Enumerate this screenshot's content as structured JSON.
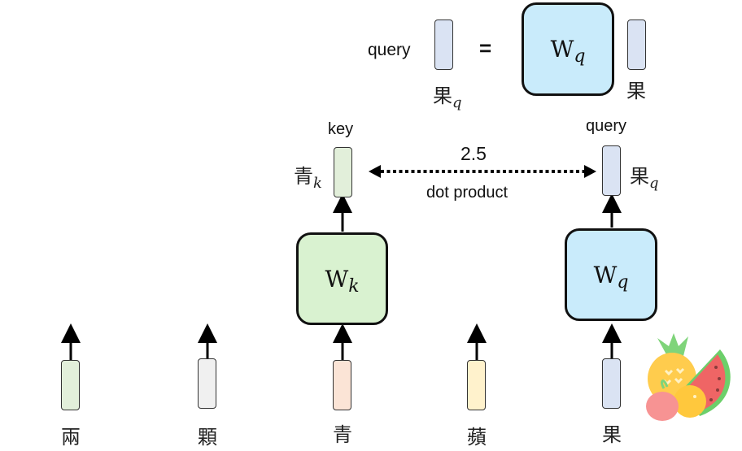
{
  "equation": {
    "lhs_label": "query",
    "lhs_vector_label": "果",
    "lhs_vector_subscript": "q",
    "equals": "=",
    "matrix_label": "W",
    "matrix_subscript": "q",
    "rhs_vector_label": "果"
  },
  "attention": {
    "key_label": "key",
    "key_vector_label": "青",
    "key_vector_subscript": "k",
    "query_label": "query",
    "query_vector_label": "果",
    "query_vector_subscript": "q",
    "score": "2.5",
    "operation_label": "dot product"
  },
  "matrices": [
    {
      "label": "W",
      "subscript": "k"
    },
    {
      "label": "W",
      "subscript": "q"
    }
  ],
  "tokens": [
    {
      "char": "兩",
      "color": "#e2efda"
    },
    {
      "char": "顆",
      "color": "#f0f0f0"
    },
    {
      "char": "青",
      "color": "#fbe4d6"
    },
    {
      "char": "蘋",
      "color": "#fff2cc"
    },
    {
      "char": "果",
      "color": "#dae3f3"
    }
  ],
  "colors": {
    "key_vector": "#e2efda",
    "query_vector": "#dae3f3",
    "wk_box": "#d9f2d0",
    "wq_box": "#c9ebfb"
  },
  "icons": {
    "fruit": "fruit-basket-icon"
  }
}
